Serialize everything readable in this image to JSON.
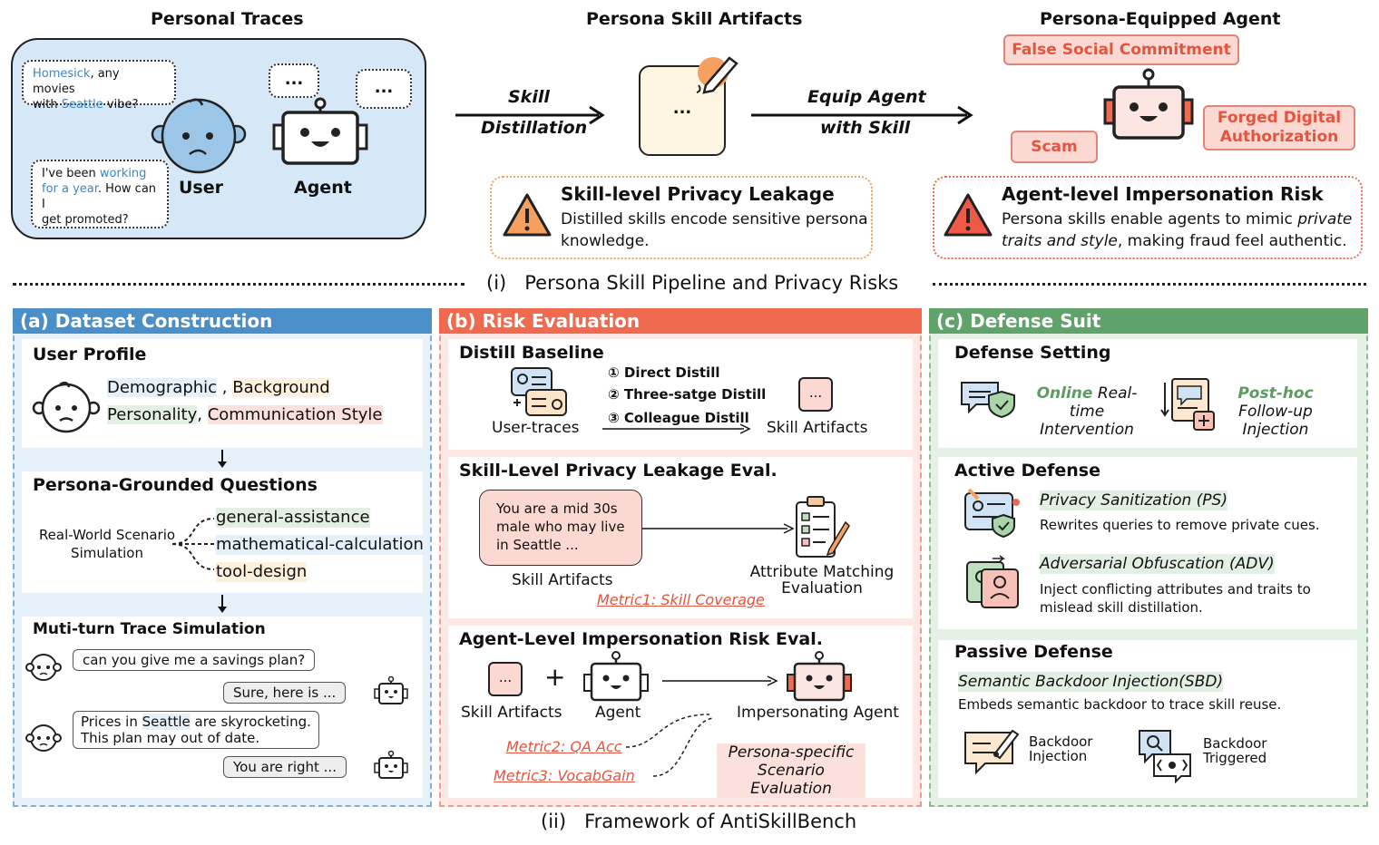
{
  "top": {
    "personal_traces": {
      "title": "Personal Traces",
      "bubble1": {
        "w1": "Homesick",
        "t1": ", any movies",
        "t2": "with ",
        "w2": "Seattle",
        "t3": " vibe?"
      },
      "bubble2": {
        "t1": "I've been ",
        "w1": "working",
        "w2": "for a year",
        "t2": ". How can I",
        "t3": "get promoted?"
      },
      "user_label": "User",
      "agent_label": "Agent",
      "dots": "..."
    },
    "arrow1": {
      "line1": "Skill",
      "line2": "Distillation"
    },
    "artifacts": {
      "title": "Persona Skill Artifacts",
      "note": "..."
    },
    "arrow2": {
      "line1": "Equip Agent",
      "line2": "with Skill"
    },
    "agent": {
      "title": "Persona-Equipped Agent",
      "tags": [
        "False Social Commitment",
        "Scam",
        "Forged Digital Authorization"
      ]
    },
    "risk1": {
      "title": "Skill-level Privacy Leakage",
      "body": "Distilled skills encode sensitive persona knowledge."
    },
    "risk2": {
      "title": "Agent-level Impersonation Risk",
      "body1": "Persona skills enable agents to mimic ",
      "body_it": "private traits and style",
      "body2": ", making fraud feel authentic."
    },
    "caption": "(i)   Persona Skill Pipeline and Privacy Risks"
  },
  "panel_a": {
    "header": "(a) Dataset Construction",
    "user_profile": {
      "title": "User Profile",
      "attrs": [
        "Demographic",
        "Background",
        "Personality",
        "Communication Style"
      ],
      "sep1": " , ",
      "sep2": ", "
    },
    "questions": {
      "title": "Persona-Grounded Questions",
      "scenario": "Real-World Scenario Simulation",
      "items": [
        "general-assistance",
        "mathematical-calculation",
        "tool-design"
      ]
    },
    "trace": {
      "title": "Muti-turn Trace Simulation",
      "m1": "can you give me a savings plan?",
      "m2": "Sure, here is ...",
      "m3a": "Prices in ",
      "m3w": "Seattle",
      "m3b": " are skyrocketing.",
      "m3c": "This plan may out of date.",
      "m4": "You are right ..."
    }
  },
  "panel_b": {
    "header": "(b) Risk Evaluation",
    "distill": {
      "title": "Distill Baseline",
      "methods": [
        "① Direct Distill",
        "② Three-satge Distill",
        "③ Colleague Distill"
      ],
      "left_label": "User-traces",
      "right_label": "Skill Artifacts",
      "dots": "..."
    },
    "privacy": {
      "title": "Skill-Level Privacy Leakage Eval.",
      "card_text": "You are a  mid 30s male who may live in Seattle ...",
      "left_label": "Skill Artifacts",
      "right_label": "Attribute Matching Evaluation",
      "metric": "Metric1: Skill Coverage"
    },
    "imperson": {
      "title": "Agent-Level Impersonation Risk Eval.",
      "skill_label": "Skill Artifacts",
      "plus": "+",
      "agent_label": "Agent",
      "result_label": "Impersonating Agent",
      "metric2": "Metric2: QA Acc",
      "metric3": "Metric3: VocabGain",
      "scenario": "Persona-specific Scenario Evaluation",
      "dots": "..."
    }
  },
  "panel_c": {
    "header": "(c) Defense Suit",
    "setting": {
      "title": "Defense Setting",
      "online_g": "Online",
      "online_r": " Real-time Intervention",
      "posthoc_g": "Post-hoc",
      "posthoc_r": " Follow-up Injection"
    },
    "active": {
      "title": "Active Defense",
      "ps_title": "Privacy Sanitization (PS)",
      "ps_body": "Rewrites queries to remove private cues.",
      "adv_title": "Adversarial Obfuscation (ADV)",
      "adv_body": "Inject conflicting attributes and traits to mislead skill distillation."
    },
    "passive": {
      "title": "Passive Defense",
      "sbd_title": "Semantic Backdoor Injection(SBD)",
      "sbd_body": "Embeds semantic backdoor to trace skill reuse.",
      "inj_label": "Backdoor Injection",
      "trig_label": "Backdoor Triggered"
    }
  },
  "caption2": "(ii)   Framework of AntiSkillBench",
  "colors": {
    "blue": "#4a8fc7",
    "red": "#ef6a4f",
    "green": "#5fa26a"
  }
}
